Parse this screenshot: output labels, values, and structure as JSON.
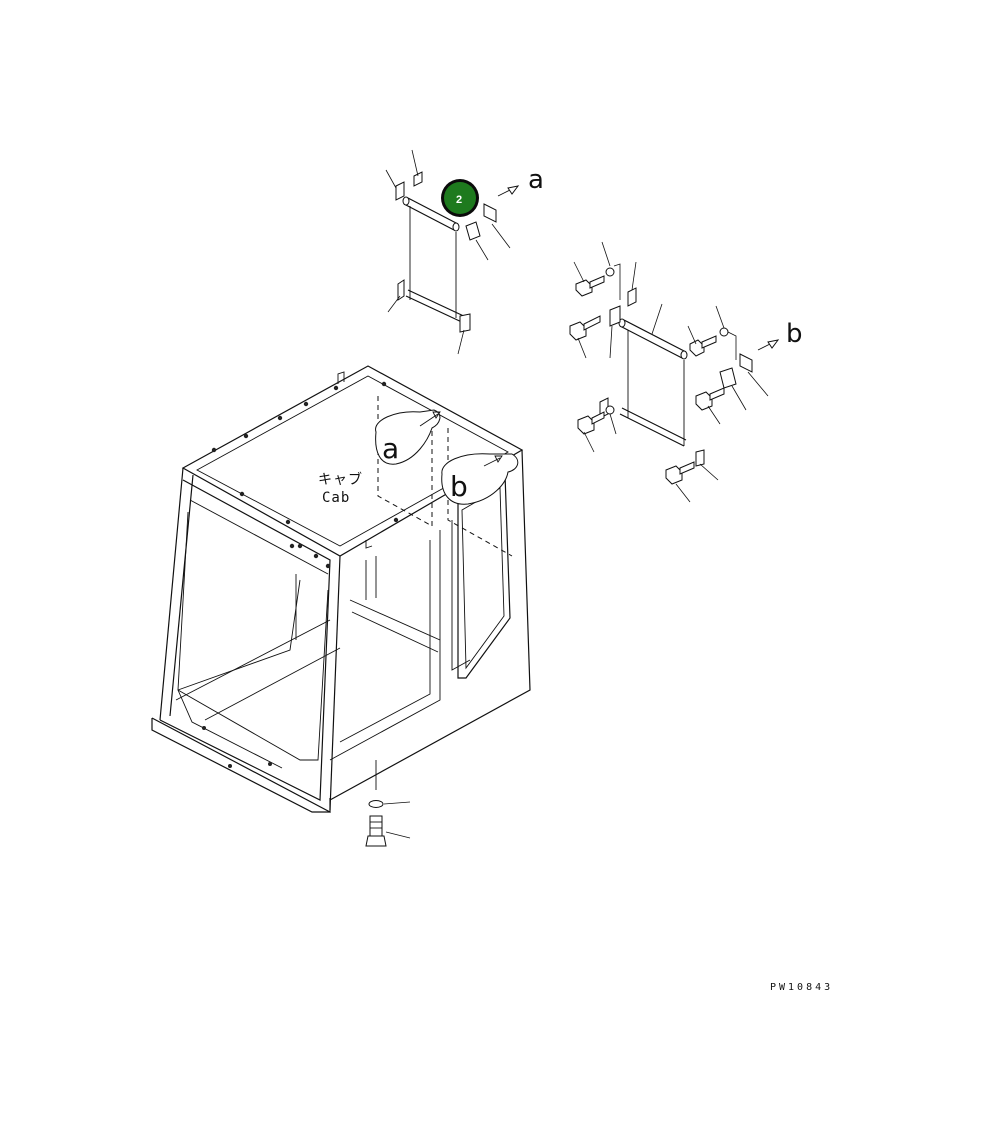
{
  "diagram": {
    "cab_label_jp": "キャブ",
    "cab_label_en": "Cab",
    "ref_a": "a",
    "ref_b": "b",
    "drawing_code": "PW10843",
    "callout": {
      "number": "2",
      "color": "#1e7a1e",
      "ring_color": "#0b0b0b"
    }
  }
}
